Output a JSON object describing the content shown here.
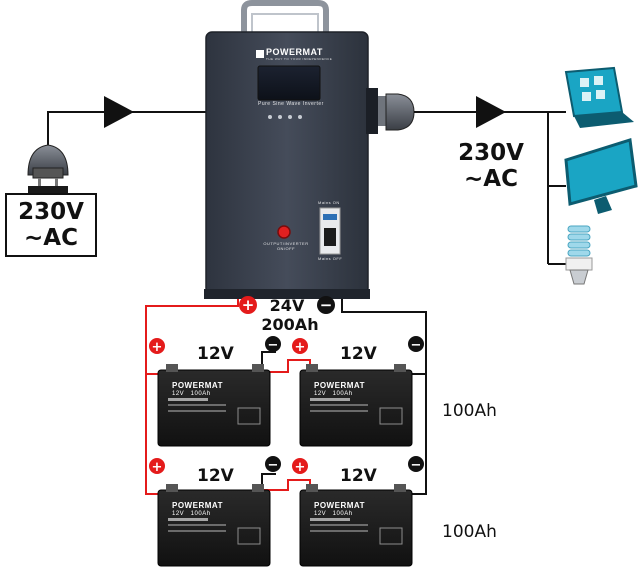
{
  "source": {
    "voltage_label": "230V",
    "type_label": "~AC"
  },
  "output": {
    "voltage_label": "230V",
    "type_label": "~AC"
  },
  "inverter": {
    "brand": "POWERMAT",
    "tagline": "THE WAY TO YOUR INDEPENDENCE",
    "model_label": "Pure Sine Wave Inverter",
    "power_switch_label": "OUTPUT/INVERTER ON/OFF",
    "mains_on_label": "Mains ON",
    "mains_off_label": "Mains OFF"
  },
  "bank": {
    "voltage_label": "24V",
    "capacity_label": "200Ah",
    "positive_symbol": "+",
    "negative_symbol": "−"
  },
  "batteries": [
    {
      "voltage": "12V",
      "brand": "POWERMAT",
      "spec": "12V   100Ah"
    },
    {
      "voltage": "12V",
      "brand": "POWERMAT",
      "spec": "12V   100Ah"
    },
    {
      "voltage": "12V",
      "brand": "POWERMAT",
      "spec": "12V   100Ah"
    },
    {
      "voltage": "12V",
      "brand": "POWERMAT",
      "spec": "12V   100Ah"
    }
  ],
  "rows": [
    {
      "capacity": "100Ah"
    },
    {
      "capacity": "100Ah"
    }
  ],
  "colors": {
    "inverter_body": "#3b4250",
    "positive": "#e41b1b",
    "negative": "#111111",
    "device_blue": "#1aa5c4",
    "wire": "#111111"
  },
  "icons": [
    "plug-icon",
    "arrow-right-icon",
    "laptop-icon",
    "monitor-icon",
    "bulb-icon",
    "battery-icon"
  ]
}
